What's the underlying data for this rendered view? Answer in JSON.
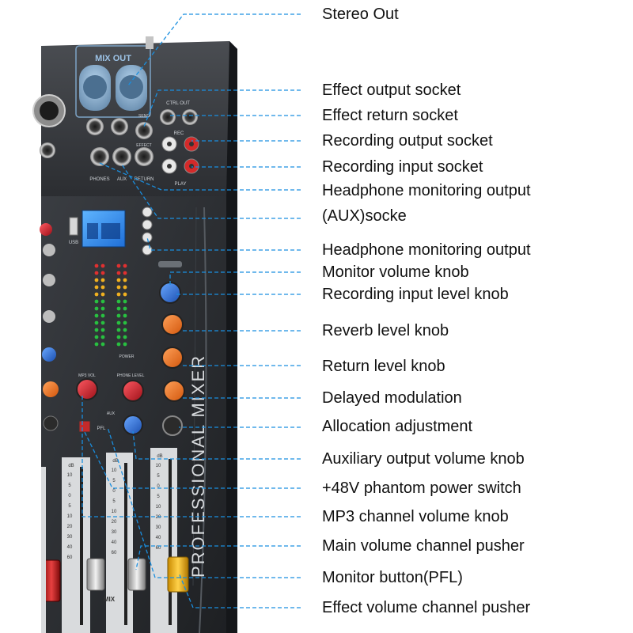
{
  "panel": {
    "mix_out_label": "MIX OUT",
    "ctrl_out_label": "CTRL OUT",
    "rec_label": "REC",
    "send_label": "SEND",
    "effect_label": "EFFECT",
    "return_label": "RETURN",
    "play_label": "PLAY",
    "phones_label": "PHONES",
    "aux_label": "AUX",
    "usb_label": "USB",
    "mp3_vol_label": "MP3 VOL",
    "phone_level_label": "PHONE LEVEL",
    "pfl_label": "PFL",
    "aux_small_label": "AUX",
    "mix_label": "MIX",
    "brand_text": "PROFESSIONAL MIXER",
    "power_label": "POWER",
    "db_label": "dB",
    "scale_ticks": [
      "10",
      "5",
      "0",
      "5",
      "10",
      "20",
      "30",
      "40",
      "60"
    ]
  },
  "callouts": [
    {
      "text": "Stereo Out"
    },
    {
      "text": "Effect output socket"
    },
    {
      "text": "Effect return socket"
    },
    {
      "text": "Recording output socket"
    },
    {
      "text": "Recording input socket"
    },
    {
      "text": "Headphone monitoring output"
    },
    {
      "text": "(AUX)socke"
    },
    {
      "text": "Headphone monitoring output"
    },
    {
      "text": "Monitor volume knob"
    },
    {
      "text": "Recording input level knob"
    },
    {
      "text": "Reverb level knob"
    },
    {
      "text": "Return level knob"
    },
    {
      "text": "Delayed modulation"
    },
    {
      "text": "Allocation adjustment"
    },
    {
      "text": "Auxiliary output volume knob"
    },
    {
      "text": "+48V phantom power switch"
    },
    {
      "text": "MP3 channel volume knob"
    },
    {
      "text": "Main volume channel pusher"
    },
    {
      "text": "Monitor button(PFL)"
    },
    {
      "text": "Effect  volume channel pusher"
    }
  ],
  "colors": {
    "leader_line": "#1a8fe0",
    "knob_orange": "#f07a1e",
    "knob_blue": "#2a6fd6",
    "knob_red": "#c8202a",
    "panel_dark": "#2a2c30"
  }
}
